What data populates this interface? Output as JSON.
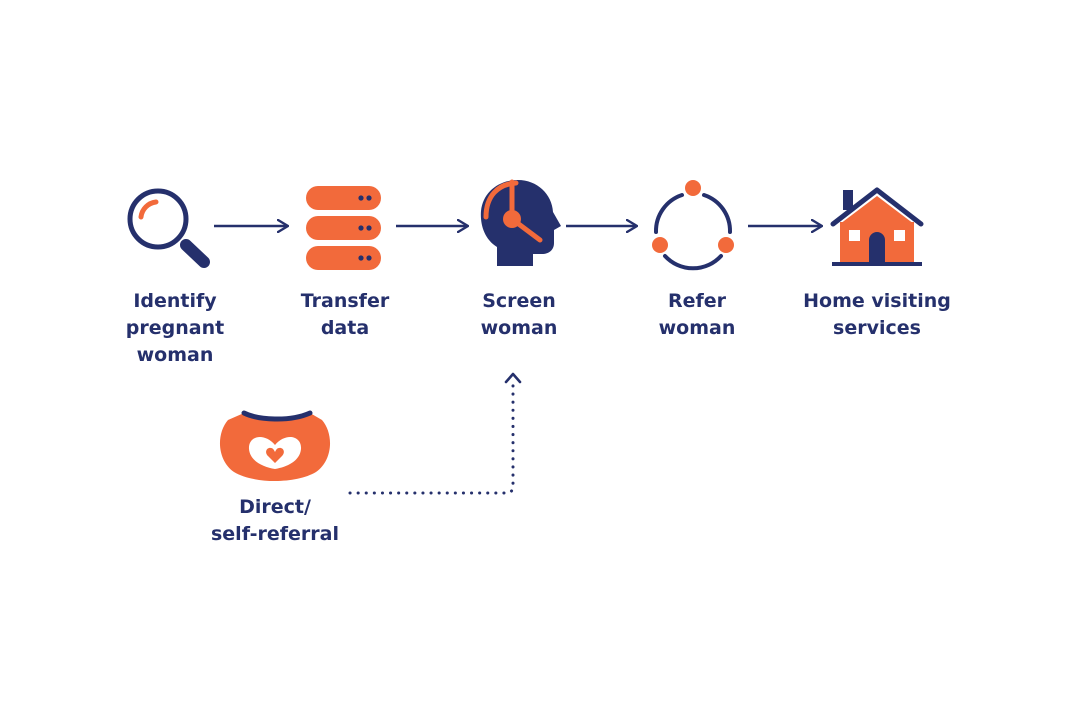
{
  "colors": {
    "navy": "#25306c",
    "orange": "#f26a3b",
    "background": "#ffffff"
  },
  "steps": [
    {
      "icon": "magnifying-glass-icon",
      "lines": [
        "Identify",
        "pregnant",
        "woman"
      ]
    },
    {
      "icon": "database-server-icon",
      "lines": [
        "Transfer",
        "data"
      ]
    },
    {
      "icon": "headset-agent-icon",
      "lines": [
        "Screen",
        "woman"
      ]
    },
    {
      "icon": "referral-cycle-icon",
      "lines": [
        "Refer",
        "woman"
      ]
    },
    {
      "icon": "house-icon",
      "lines": [
        "Home visiting",
        "services"
      ]
    }
  ],
  "side_entry": {
    "icon": "pregnant-belly-heart-icon",
    "lines": [
      "Direct/",
      "self-referral"
    ]
  }
}
